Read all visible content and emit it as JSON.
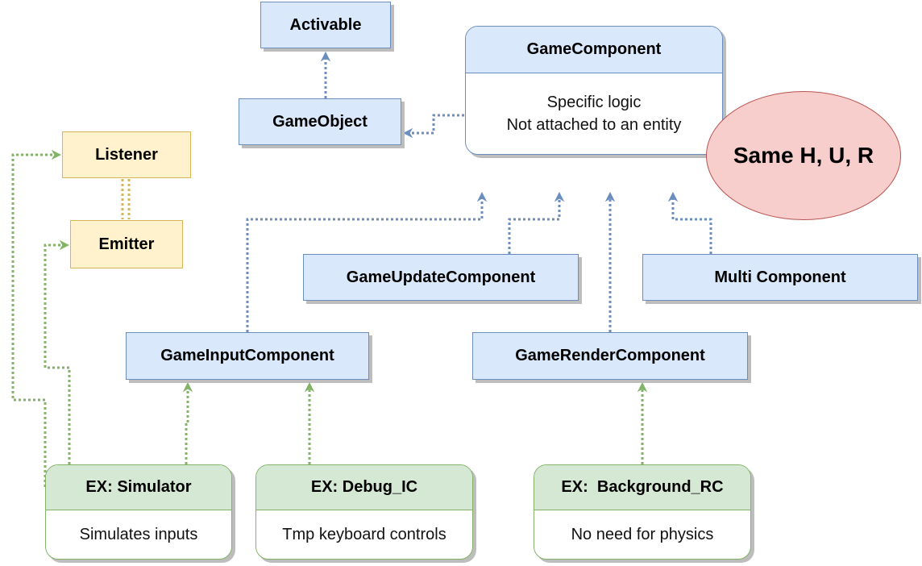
{
  "diagram": {
    "activable": "Activable",
    "game_object": "GameObject",
    "game_component": {
      "title": "GameComponent",
      "line1": "Specific logic",
      "line2": "Not attached to an entity"
    },
    "same_hur": "Same H, U, R",
    "listener": "Listener",
    "emitter": "Emitter",
    "game_update_component": "GameUpdateComponent",
    "multi_component": "Multi Component",
    "game_input_component": "GameInputComponent",
    "game_render_component": "GameRenderComponent",
    "ex_simulator": {
      "title": "EX: Simulator",
      "body": "Simulates inputs"
    },
    "ex_debug_ic": {
      "title": "EX: Debug_IC",
      "body": "Tmp keyboard controls"
    },
    "ex_background_rc": {
      "title": "EX:  Background_RC",
      "body": "No need for physics"
    }
  },
  "colors": {
    "blue_fill": "#dae8fc",
    "blue_stroke": "#6c8ebf",
    "green_fill": "#d5e8d4",
    "green_stroke": "#82b366",
    "yellow_fill": "#fff2cc",
    "yellow_stroke": "#d6b656",
    "red_fill": "#f8cecc",
    "red_stroke": "#b85450"
  }
}
